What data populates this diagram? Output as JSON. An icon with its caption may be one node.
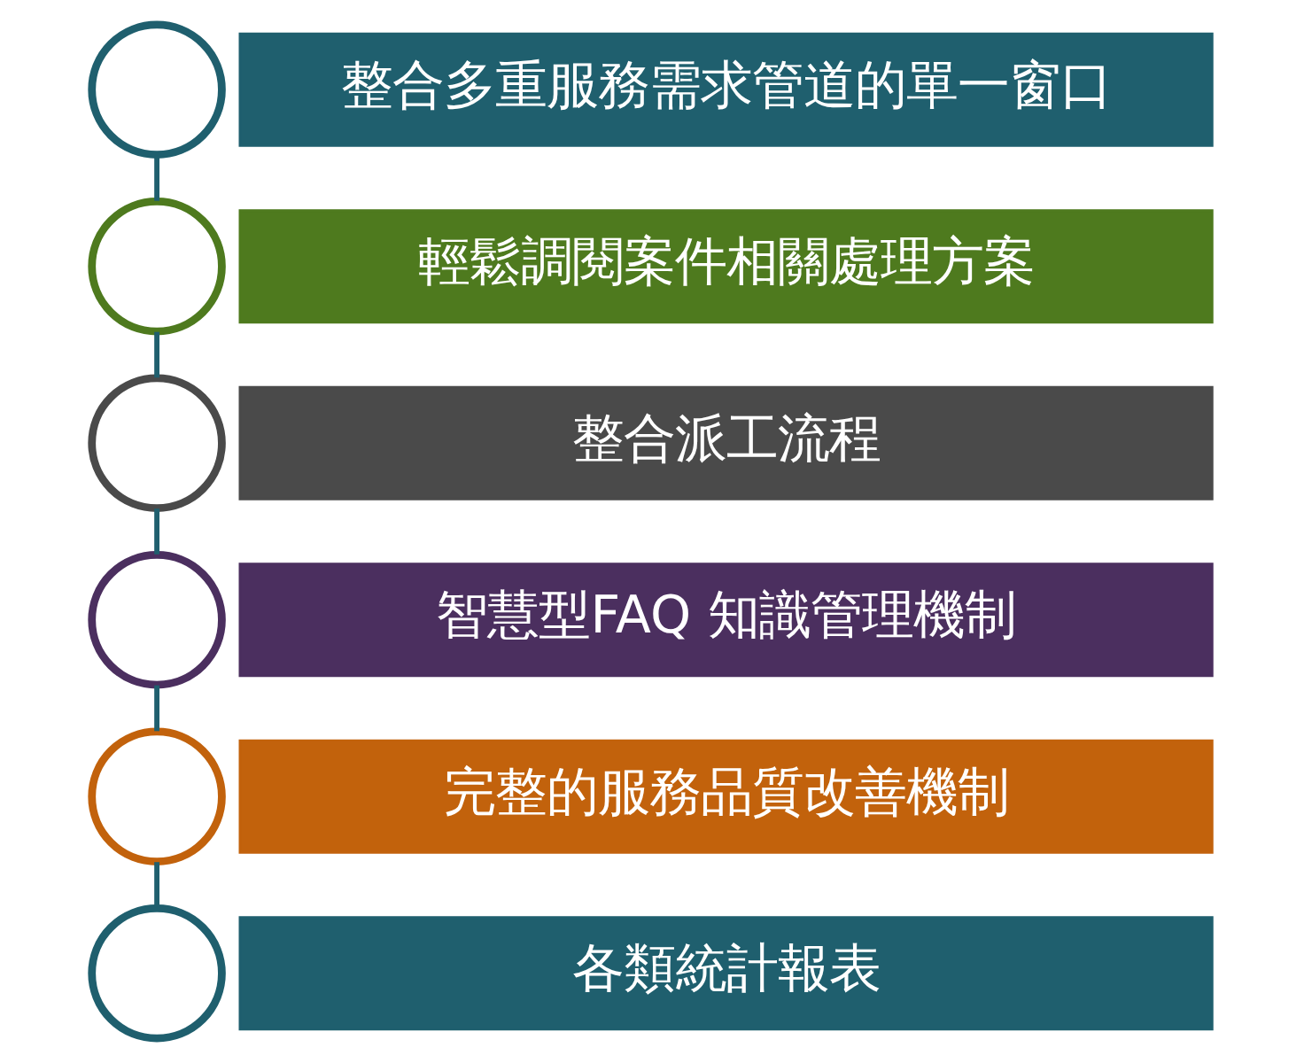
{
  "diagram": {
    "nodes": [
      {
        "text": [],
        "shape": "circle"
      },
      {
        "text": [
          "整合多重服務需求管道的單一窗口"
        ]
      },
      {
        "text": [],
        "shape": "circle"
      },
      {
        "text": [
          "輕鬆調閱案件相關處理方案"
        ]
      },
      {
        "text": [],
        "shape": "circle"
      },
      {
        "text": [
          "整合派工流程"
        ]
      },
      {
        "text": [],
        "shape": "circle"
      },
      {
        "text": [
          "智慧型FAQ 知識管理機制"
        ]
      },
      {
        "text": [],
        "shape": "circle"
      },
      {
        "text": [
          "完整的服務品質改善機制"
        ]
      },
      {
        "text": [],
        "shape": "circle"
      },
      {
        "text": [
          "各類統計報表"
        ]
      }
    ],
    "edges": [
      {
        "from": 0,
        "to": 2,
        "arrow": "none"
      },
      {
        "from": 2,
        "to": 4,
        "arrow": "none"
      },
      {
        "from": 4,
        "to": 6,
        "arrow": "none"
      },
      {
        "from": 6,
        "to": 8,
        "arrow": "none"
      },
      {
        "from": 8,
        "to": 10,
        "arrow": "none"
      }
    ]
  }
}
